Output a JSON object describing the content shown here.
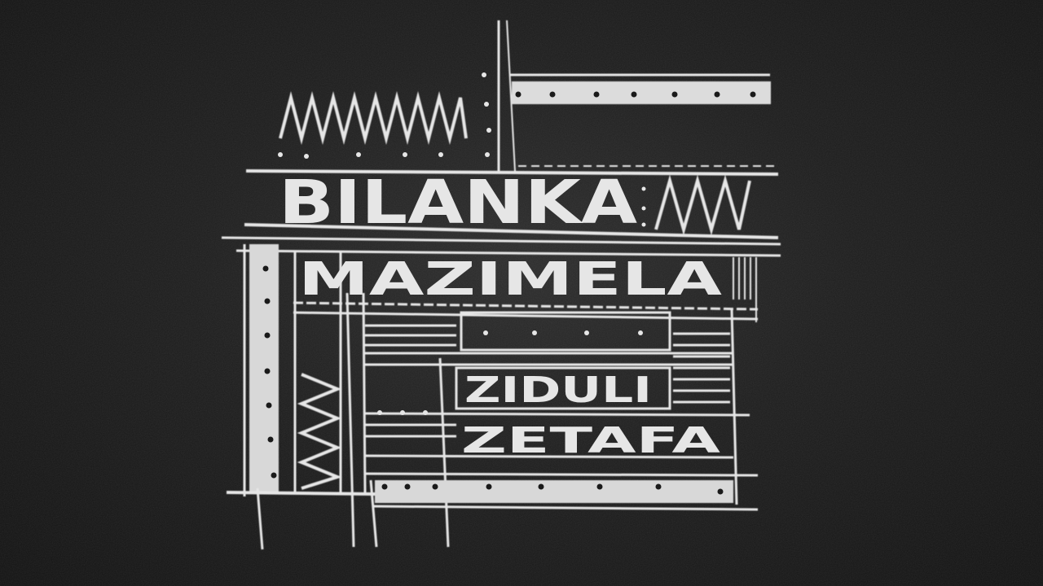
{
  "artwork": {
    "line1": "BILANKA",
    "line2": "MAZIMELA",
    "line3": "ZIDULI",
    "line4": "ZETAFA"
  },
  "colors": {
    "background": "#161616",
    "lines": "#e6e6e6"
  }
}
